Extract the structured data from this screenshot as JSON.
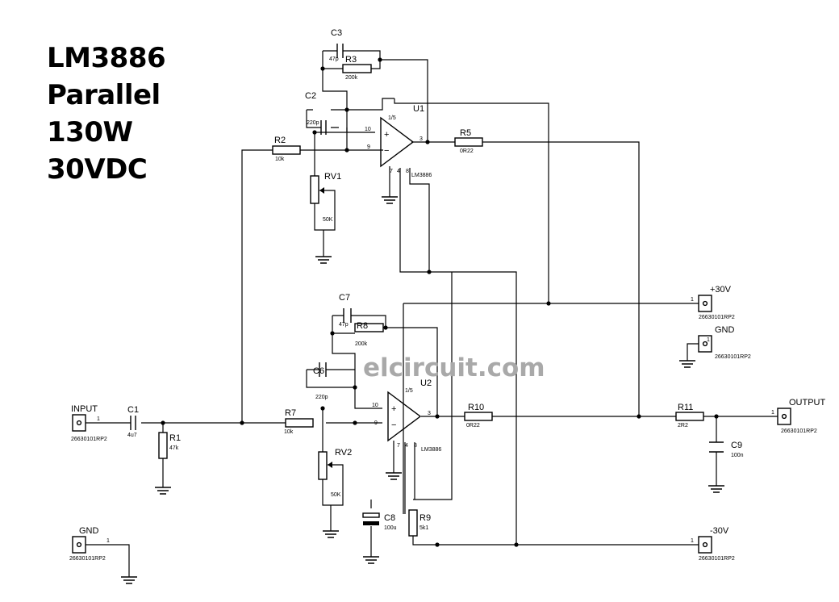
{
  "title": {
    "line1": "LM3886",
    "line2": "Parallel",
    "line3": "130W",
    "line4": "30VDC"
  },
  "watermark": "elcircuit.com",
  "ics": {
    "u1": {
      "ref": "U1",
      "part": "LM3886",
      "pin_ratio": "1/5",
      "pin_plus": "10",
      "pin_minus": "9",
      "pin_out": "3",
      "pin_a": "7",
      "pin_b": "4",
      "pin_c": "8",
      "sign_plus": "+",
      "sign_minus": "−"
    },
    "u2": {
      "ref": "U2",
      "part": "LM3886",
      "pin_ratio": "1/5",
      "pin_plus": "10",
      "pin_minus": "9",
      "pin_out": "3",
      "pin_a": "7",
      "pin_b": "4",
      "pin_c": "8",
      "sign_plus": "+",
      "sign_minus": "−"
    }
  },
  "components": {
    "c1": {
      "ref": "C1",
      "value": "4u7"
    },
    "r1": {
      "ref": "R1",
      "value": "47k"
    },
    "r2": {
      "ref": "R2",
      "value": "10k"
    },
    "c2": {
      "ref": "C2",
      "value": "220p"
    },
    "c3": {
      "ref": "C3",
      "value": "47p"
    },
    "r3": {
      "ref": "R3",
      "value": "200k"
    },
    "rv1": {
      "ref": "RV1",
      "value": "50K"
    },
    "r5": {
      "ref": "R5",
      "value": "0R22"
    },
    "r7": {
      "ref": "R7",
      "value": "10k"
    },
    "c6": {
      "ref": "C6",
      "value": "220p"
    },
    "c7": {
      "ref": "C7",
      "value": "47p"
    },
    "r8": {
      "ref": "R8",
      "value": "200k"
    },
    "rv2": {
      "ref": "RV2",
      "value": "50K"
    },
    "r10": {
      "ref": "R10",
      "value": "0R22"
    },
    "c8": {
      "ref": "C8",
      "value": "100u"
    },
    "r9": {
      "ref": "R9",
      "value": "5k1"
    },
    "r11": {
      "ref": "R11",
      "value": "2R2"
    },
    "c9": {
      "ref": "C9",
      "value": "100n"
    }
  },
  "connectors": {
    "input": {
      "label": "INPUT",
      "part": "26630101RP2",
      "pin": "1"
    },
    "output": {
      "label": "OUTPUT",
      "part": "26630101RP2",
      "pin": "1"
    },
    "pos30": {
      "label": "+30V",
      "part": "26630101RP2",
      "pin": "1"
    },
    "gnd_right": {
      "label": "GND",
      "part": "26630101RP2",
      "pin": "1"
    },
    "neg30": {
      "label": "-30V",
      "part": "26630101RP2",
      "pin": "1"
    },
    "gnd_left": {
      "label": "GND",
      "part": "26630101RP2",
      "pin": "1"
    }
  }
}
